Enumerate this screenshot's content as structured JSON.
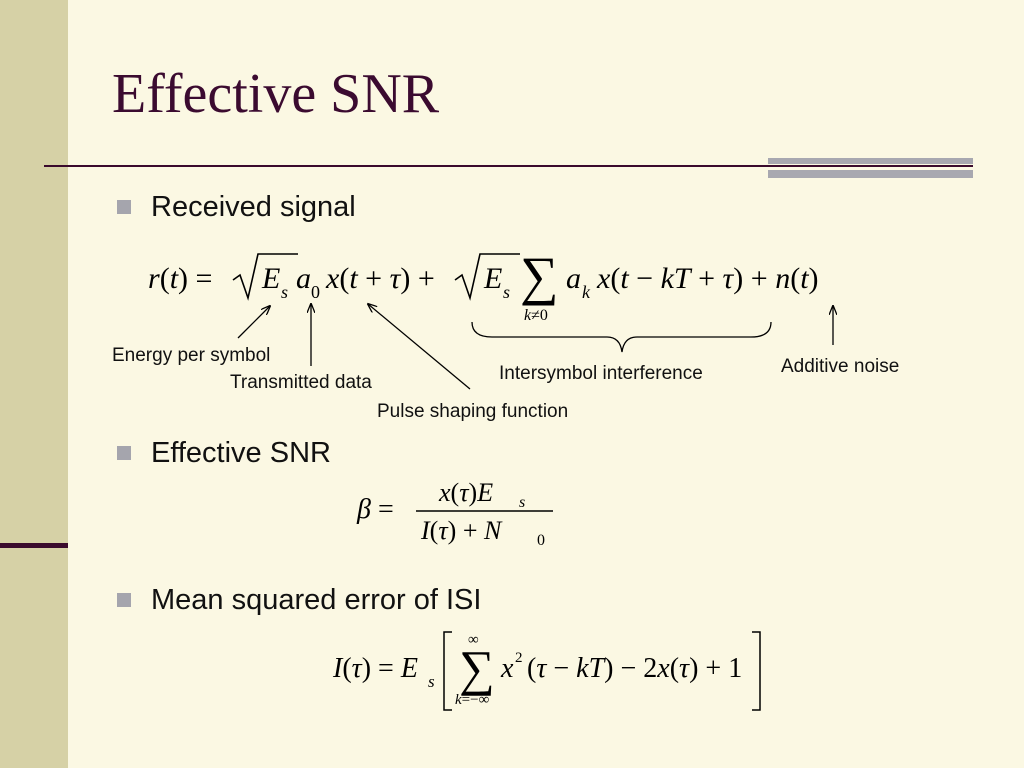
{
  "slide": {
    "title": "Effective SNR",
    "bullets": [
      "Received signal",
      "Effective SNR",
      "Mean squared error of ISI"
    ]
  },
  "annotations": {
    "energy_per_symbol": "Energy per symbol",
    "transmitted_data": "Transmitted data",
    "pulse_shaping": "Pulse shaping function",
    "isi": "Intersymbol interference",
    "additive_noise": "Additive noise"
  },
  "equations": {
    "received_signal": "r(t) = √E_s a_0 x(t + τ) + √E_s Σ_{k≠0} a_k x(t − kT + τ) + n(t)",
    "effective_snr": "β = x(τ)E_s / (I(τ) + N_0)",
    "isi_mse": "I(τ) = E_s [ Σ_{k=−∞}^{∞} x²(τ − kT) − 2x(τ) + 1 ]"
  },
  "colors": {
    "background": "#fbf8e3",
    "sidebar": "#d6d1a6",
    "title": "#3b0b30",
    "accent_bar": "#a8a8b0"
  }
}
